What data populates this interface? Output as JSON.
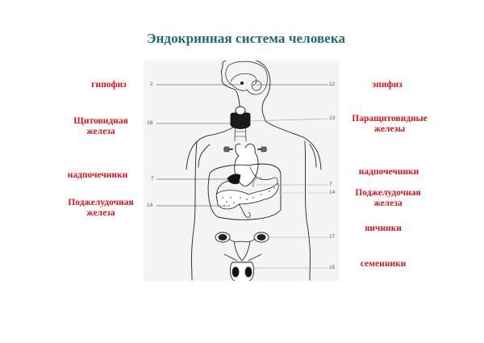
{
  "title": "Эндокринная система человека",
  "colors": {
    "title": "#1e6b66",
    "labels": "#d8141c",
    "panel_background": "#f4f4f6",
    "line_art": "#222222"
  },
  "labels_left": [
    {
      "id": "pituitary",
      "text": "гипофиз",
      "number": "2"
    },
    {
      "id": "thyroid",
      "line1": "Щитовидная",
      "line2": "железа",
      "number": "18"
    },
    {
      "id": "adrenals-left",
      "text": "надпочечники",
      "number": "7"
    },
    {
      "id": "pancreas-left",
      "line1": "Поджелудочная",
      "line2": "железа",
      "number": "14"
    }
  ],
  "labels_right": [
    {
      "id": "pineal",
      "text": "эпифиз",
      "number": "12"
    },
    {
      "id": "parathyroid",
      "line1": "Паращитовидные",
      "line2": "железы",
      "number": "13"
    },
    {
      "id": "adrenals-right",
      "text": "надпочечники",
      "number": "7"
    },
    {
      "id": "pancreas-right",
      "line1": "Поджелудочная",
      "line2": "железа",
      "number": "14"
    },
    {
      "id": "ovaries",
      "text": "яичники",
      "number": "17"
    },
    {
      "id": "testes",
      "text": "семенники",
      "number": "15"
    }
  ]
}
